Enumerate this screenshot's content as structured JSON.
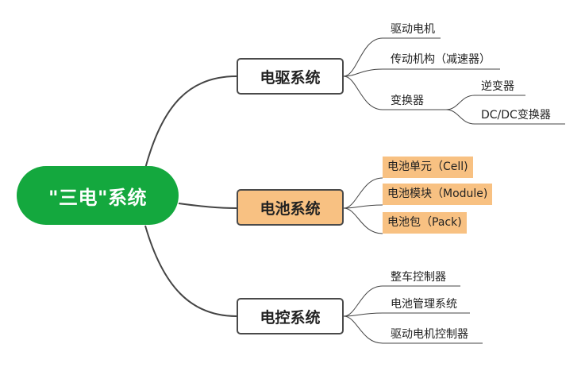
{
  "root": {
    "label": "\"三电\"系统"
  },
  "branches": [
    {
      "label": "电驱系统",
      "highlight": false,
      "children": [
        {
          "label": "驱动电机"
        },
        {
          "label": "传动机构（减速器）"
        },
        {
          "label": "变换器",
          "children": [
            {
              "label": "逆变器"
            },
            {
              "label": "DC/DC变换器"
            }
          ]
        }
      ]
    },
    {
      "label": "电池系统",
      "highlight": true,
      "children": [
        {
          "label": "电池单元（Cell)",
          "highlight": true
        },
        {
          "label": "电池模块（Module)",
          "highlight": true
        },
        {
          "label": "电池包（Pack)",
          "highlight": true
        }
      ]
    },
    {
      "label": "电控系统",
      "highlight": false,
      "children": [
        {
          "label": "整车控制器"
        },
        {
          "label": "电池管理系统"
        },
        {
          "label": "驱动电机控制器"
        }
      ]
    }
  ],
  "colors": {
    "root_fill": "#14a83e",
    "highlight_fill": "#f8c182",
    "line": "#444444"
  }
}
